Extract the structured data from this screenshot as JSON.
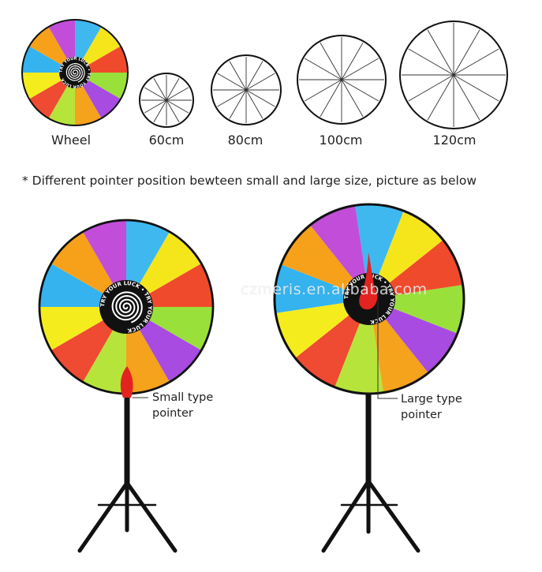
{
  "size_labels": {
    "wheel": "Wheel",
    "s60": "60cm",
    "s80": "80cm",
    "s100": "100cm",
    "s120": "120cm"
  },
  "note": "* Different pointer position bewteen small and large size, picture as below",
  "callouts": {
    "small": [
      "Small type",
      "pointer"
    ],
    "large": [
      "Large type",
      "pointer"
    ]
  },
  "hub_text": "TRY YOUR LUCK",
  "watermark": "czmeris.en.alibaba.com",
  "colors": {
    "segments": [
      "#3fb8f0",
      "#f5e61b",
      "#f04a2c",
      "#9ae03a",
      "#a84be0",
      "#f5a21c",
      "#b7e43a",
      "#ef4a32",
      "#f5ec1d",
      "#34b3ee",
      "#f7a11a",
      "#c24dd8"
    ],
    "pointer": "#e3231f",
    "hub": "#111111",
    "rim": "#111111"
  }
}
